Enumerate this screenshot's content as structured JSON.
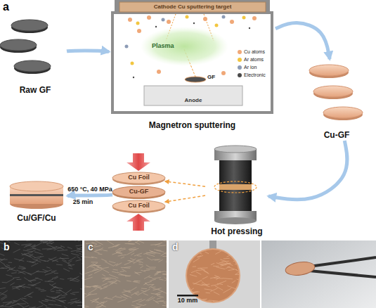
{
  "diagram": {
    "nodes": [
      {
        "text": [
          "Raw GF"
        ]
      },
      {
        "text": [
          "Magnetron sputtering"
        ]
      },
      {
        "text": [
          "Cathode Cu sputtering target"
        ],
        "in": 1
      },
      {
        "text": [
          "Plasma"
        ],
        "in": 1
      },
      {
        "text": [
          "Anode"
        ],
        "in": 1
      },
      {
        "text": [
          "Cu-GF"
        ]
      },
      {
        "text": [
          "Hot pressing"
        ]
      },
      {
        "text": [
          "Cu Foil"
        ]
      },
      {
        "text": [
          "Cu-GF"
        ]
      },
      {
        "text": [
          "Cu Foil"
        ]
      },
      {
        "text": [
          "Cu/GF/Cu"
        ]
      }
    ],
    "edges": [
      {
        "from": 0,
        "to": 1,
        "arrow": "to"
      },
      {
        "from": 1,
        "to": 5,
        "arrow": "to"
      },
      {
        "from": 5,
        "to": 6,
        "arrow": "to"
      },
      {
        "from": 6,
        "to": 7,
        "arrow": "to"
      },
      {
        "from": 6,
        "to": 9,
        "arrow": "to"
      },
      {
        "from": 8,
        "to": 10,
        "label": "650 °C, 40 MPa",
        "arrow": "to"
      }
    ],
    "labels": [
      "a",
      "GF",
      "25 min",
      "b",
      "c",
      "d",
      "10 mm"
    ],
    "legend": [
      {
        "text": "Cu atoms",
        "color": "#f0a878"
      },
      {
        "text": "Ar atoms",
        "color": "#f2c640"
      },
      {
        "text": "Ar ion",
        "color": "#8c9bb5"
      },
      {
        "text": "Electronic",
        "color": "#4a4a4a"
      }
    ]
  }
}
